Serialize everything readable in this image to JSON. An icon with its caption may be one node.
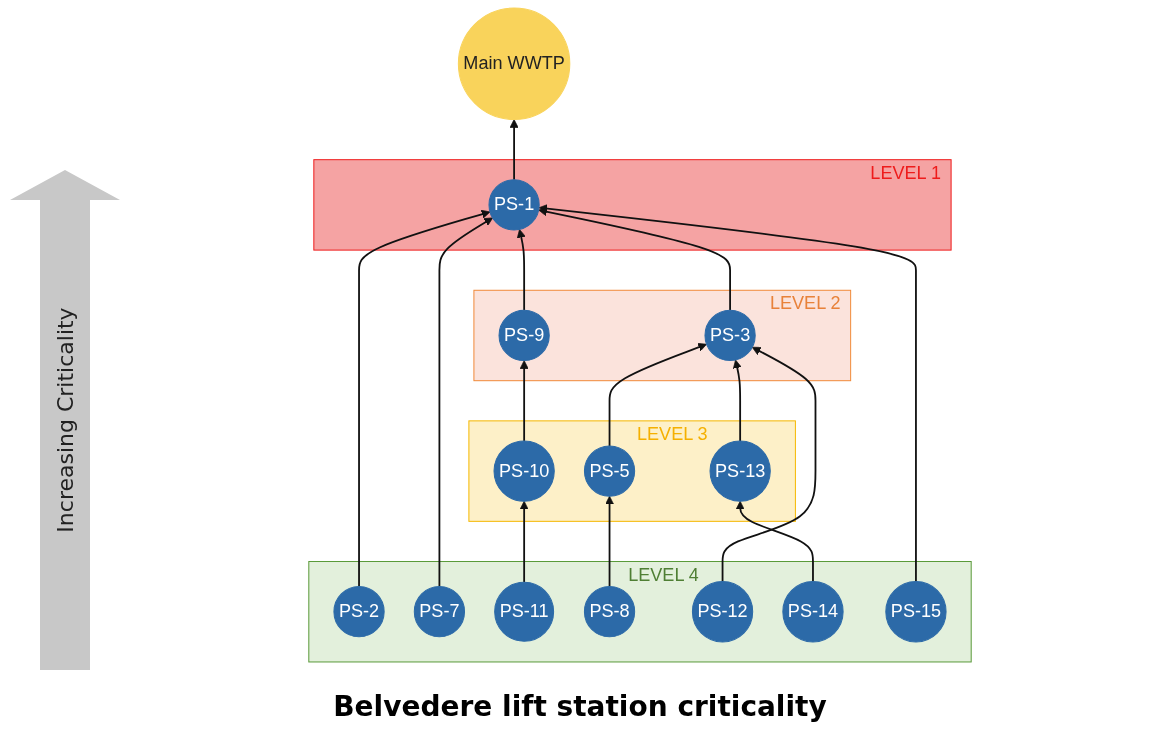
{
  "diagram": {
    "caption": "Belvedere lift station criticality",
    "nodes": [
      {
        "text": [
          "Main WWTP"
        ]
      },
      {
        "text": [
          "LEVEL 1"
        ]
      },
      {
        "text": [
          "PS-1"
        ],
        "in": 1
      },
      {
        "text": [
          "LEVEL 2"
        ]
      },
      {
        "text": [
          "PS-9"
        ],
        "in": 3
      },
      {
        "text": [
          "PS-3"
        ],
        "in": 3
      },
      {
        "text": [
          "LEVEL 3"
        ]
      },
      {
        "text": [
          "PS-10"
        ],
        "in": 6
      },
      {
        "text": [
          "PS-5"
        ],
        "in": 6
      },
      {
        "text": [
          "PS-13"
        ],
        "in": 6
      },
      {
        "text": [
          "LEVEL 4"
        ]
      },
      {
        "text": [
          "PS-2"
        ],
        "in": 10
      },
      {
        "text": [
          "PS-7"
        ],
        "in": 10
      },
      {
        "text": [
          "PS-11"
        ],
        "in": 10
      },
      {
        "text": [
          "PS-8"
        ],
        "in": 10
      },
      {
        "text": [
          "PS-12"
        ],
        "in": 10
      },
      {
        "text": [
          "PS-14"
        ],
        "in": 10
      },
      {
        "text": [
          "PS-15"
        ],
        "in": 10
      }
    ],
    "edges": [
      {
        "from": 2,
        "to": 0,
        "arrow": "to"
      },
      {
        "from": 11,
        "to": 2,
        "arrow": "to"
      },
      {
        "from": 4,
        "to": 2,
        "arrow": "to"
      },
      {
        "from": 12,
        "to": 2,
        "arrow": "to"
      },
      {
        "from": 17,
        "to": 2,
        "arrow": "to"
      },
      {
        "from": 5,
        "to": 2,
        "arrow": "to"
      },
      {
        "from": 16,
        "to": 9,
        "arrow": "to"
      },
      {
        "from": 9,
        "to": 5,
        "arrow": "to"
      },
      {
        "from": 15,
        "to": 5,
        "arrow": "to"
      },
      {
        "from": 8,
        "to": 5,
        "arrow": "to"
      },
      {
        "from": 7,
        "to": 4,
        "arrow": "to"
      },
      {
        "from": 13,
        "to": 7,
        "arrow": "to"
      },
      {
        "from": 14,
        "to": 8,
        "arrow": "to"
      }
    ],
    "labels": [
      "Increasing Criticality"
    ]
  }
}
